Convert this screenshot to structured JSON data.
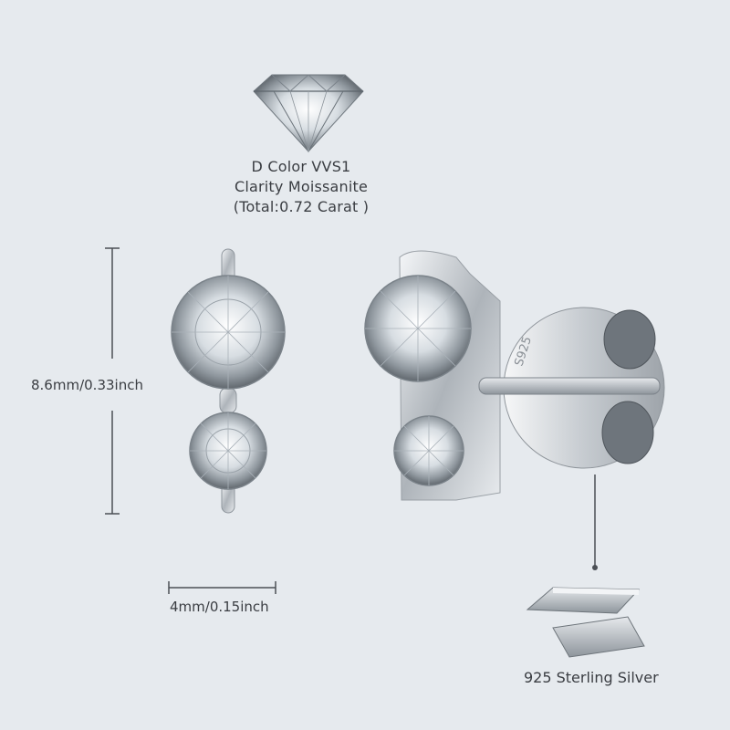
{
  "gem": {
    "line1": "D Color VVS1",
    "line2": "Clarity Moissanite",
    "line3": "(Total:0.72 Carat )"
  },
  "dimensions": {
    "height_label": "8.6mm/0.33inch",
    "width_label": "4mm/0.15inch"
  },
  "material": {
    "label": "925 Sterling Silver",
    "stamp": "S925"
  },
  "icons": [
    "round-gem-icon",
    "front-earring-icon",
    "side-earring-icon",
    "silver-bars-icon"
  ]
}
